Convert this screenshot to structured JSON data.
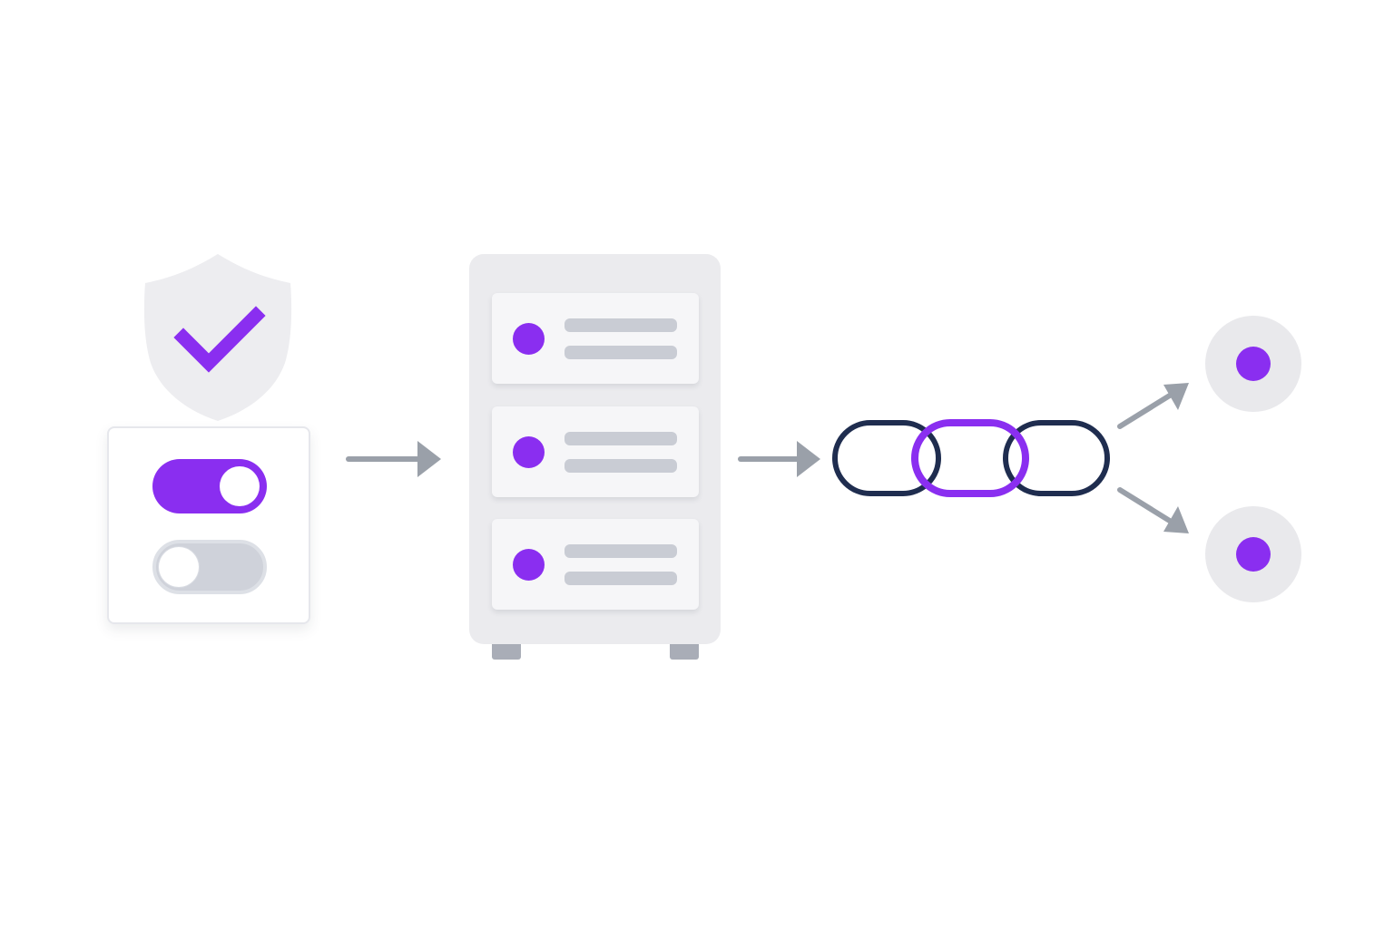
{
  "diagram": {
    "stages": [
      "shield-icon",
      "settings-toggles",
      "server-icon",
      "link-chain-icon",
      "endpoint-nodes"
    ],
    "toggles": [
      {
        "state": "on"
      },
      {
        "state": "off"
      }
    ],
    "server_slots": 3,
    "endpoints": 2
  },
  "colors": {
    "accent": "#8a2ef0",
    "dark": "#1f2d4f",
    "arrow": "#9aa0a9",
    "panel": "#ebebee",
    "line": "#c9ccd4"
  }
}
